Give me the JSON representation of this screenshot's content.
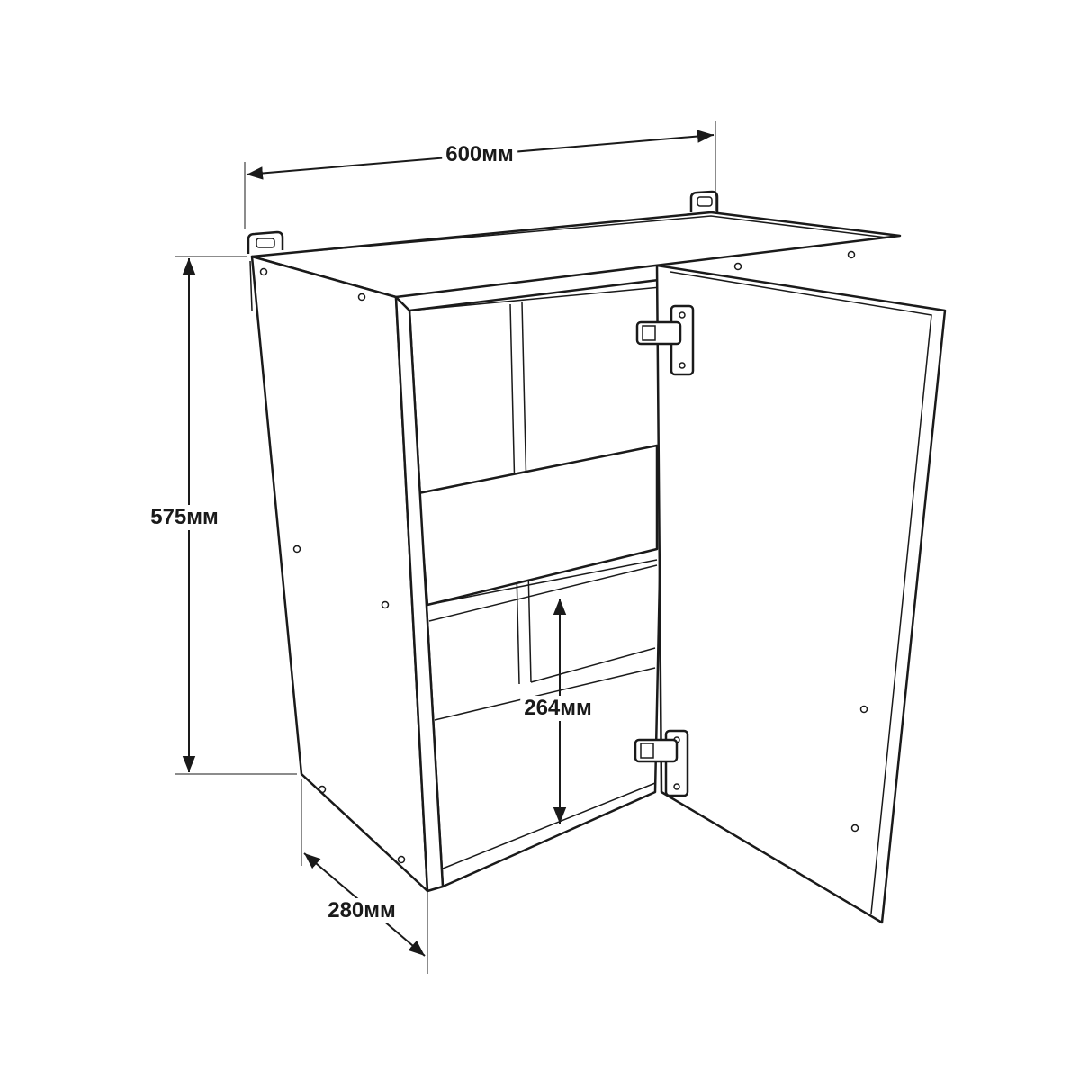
{
  "title": "Wall cabinet dimensions",
  "dimensions": {
    "width": "600мм",
    "height": "575мм",
    "depth": "280мм",
    "inner_height": "264мм"
  },
  "colors": {
    "line": "#1a1a1a",
    "background": "#ffffff"
  }
}
